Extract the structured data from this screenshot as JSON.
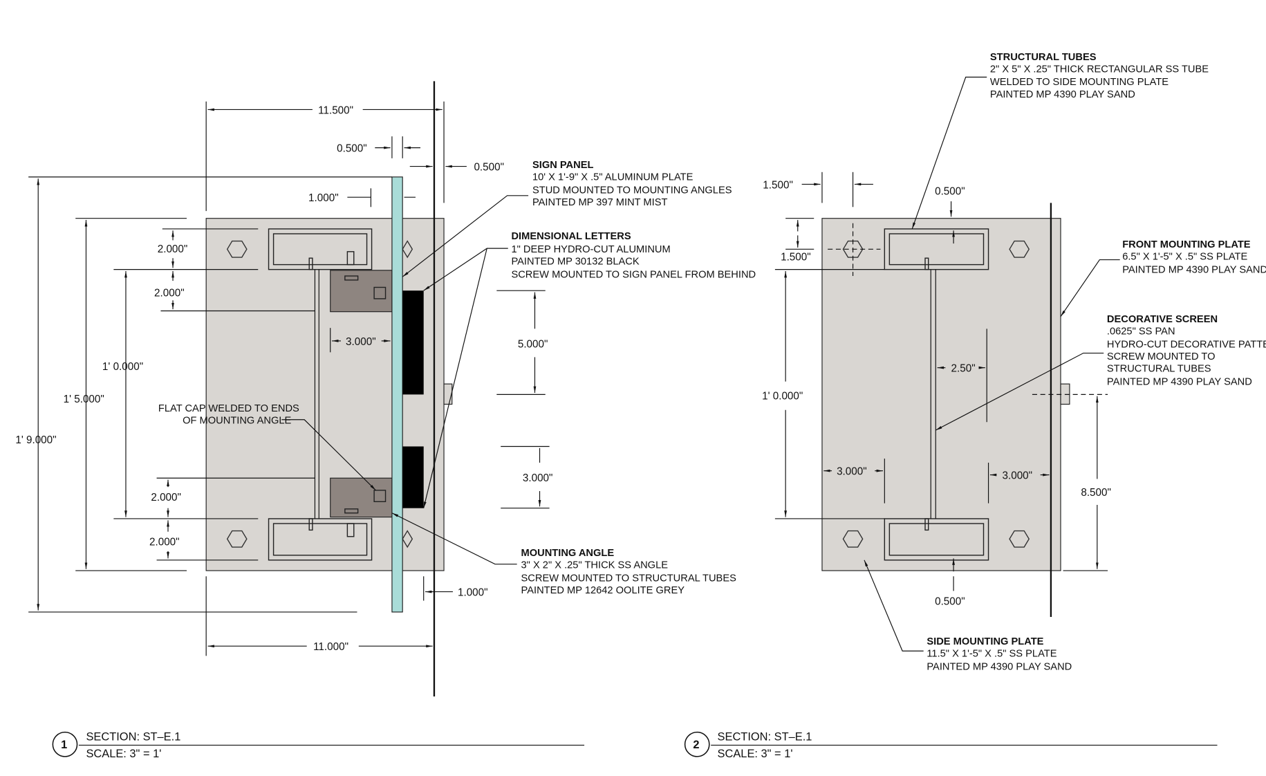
{
  "section1": {
    "number": "1",
    "section": "SECTION: ST–E.1",
    "scale": "SCALE: 3\" = 1'",
    "dims": {
      "d11500": "11.500\"",
      "d0500a": "0.500\"",
      "d0500b": "0.500\"",
      "d1000a": "1.000\"",
      "d2000a": "2.000\"",
      "d2000b": "2.000\"",
      "d3000a": "3.000\"",
      "d10000": "1' 0.000\"",
      "d15000": "1' 5.000\"",
      "d19000": "1' 9.000\"",
      "d5000": "5.000\"",
      "d3000b": "3.000\"",
      "d2000c": "2.000\"",
      "d2000d": "2.000\"",
      "d1000b": "1.000\"",
      "d11000": "11.000\""
    },
    "notes": {
      "sign_panel": {
        "title": "SIGN PANEL",
        "lines": [
          "10' X 1'-9\" X .5\" ALUMINUM PLATE",
          "STUD MOUNTED TO MOUNTING ANGLES",
          "PAINTED MP 397 MINT MIST"
        ]
      },
      "letters": {
        "title": "DIMENSIONAL LETTERS",
        "lines": [
          "1\" DEEP HYDRO-CUT ALUMINUM",
          "PAINTED MP 30132 BLACK",
          "SCREW MOUNTED TO SIGN PANEL FROM BEHIND"
        ]
      },
      "flat_cap": {
        "lines": [
          "FLAT CAP WELDED TO ENDS",
          "OF MOUNTING ANGLE"
        ]
      },
      "mounting_angle": {
        "title": "MOUNTING ANGLE",
        "lines": [
          "3\" X 2\" X .25\" THICK SS ANGLE",
          "SCREW MOUNTED TO STRUCTURAL TUBES",
          "PAINTED MP 12642 OOLITE GREY"
        ]
      }
    }
  },
  "section2": {
    "number": "2",
    "section": "SECTION: ST–E.1",
    "scale": "SCALE: 3\" = 1'",
    "dims": {
      "d1500a": "1.500\"",
      "d1500b": "1.500\"",
      "d0500a": "0.500\"",
      "d250": "2.50\"",
      "d10000": "1' 0.000\"",
      "d3000a": "3.000\"",
      "d3000b": "3.000\"",
      "d8500": "8.500\"",
      "d0500b": "0.500\""
    },
    "notes": {
      "tubes": {
        "title": "STRUCTURAL TUBES",
        "lines": [
          "2\" X 5\" X .25\" THICK RECTANGULAR SS TUBE",
          "WELDED TO SIDE MOUNTING PLATE",
          "PAINTED MP 4390 PLAY SAND"
        ]
      },
      "front_plate": {
        "title": "FRONT MOUNTING PLATE",
        "lines": [
          "6.5\" X 1'-5\" X .5\" SS PLATE",
          "PAINTED MP 4390 PLAY SAND"
        ]
      },
      "screen": {
        "title": "DECORATIVE SCREEN",
        "lines": [
          ".0625\" SS PAN",
          "HYDRO-CUT DECORATIVE PATTERN",
          "SCREW MOUNTED TO",
          "STRUCTURAL TUBES",
          "PAINTED MP 4390 PLAY SAND"
        ]
      },
      "side_plate": {
        "title": "SIDE MOUNTING PLATE",
        "lines": [
          "11.5\" X 1'-5\" X .5\" SS PLATE",
          "PAINTED MP 4390 PLAY SAND"
        ]
      }
    }
  },
  "colors": {
    "plate": "#d9d6d2",
    "angle": "#8e8580",
    "panel": "#a9dcd8",
    "letters": "#000000"
  }
}
